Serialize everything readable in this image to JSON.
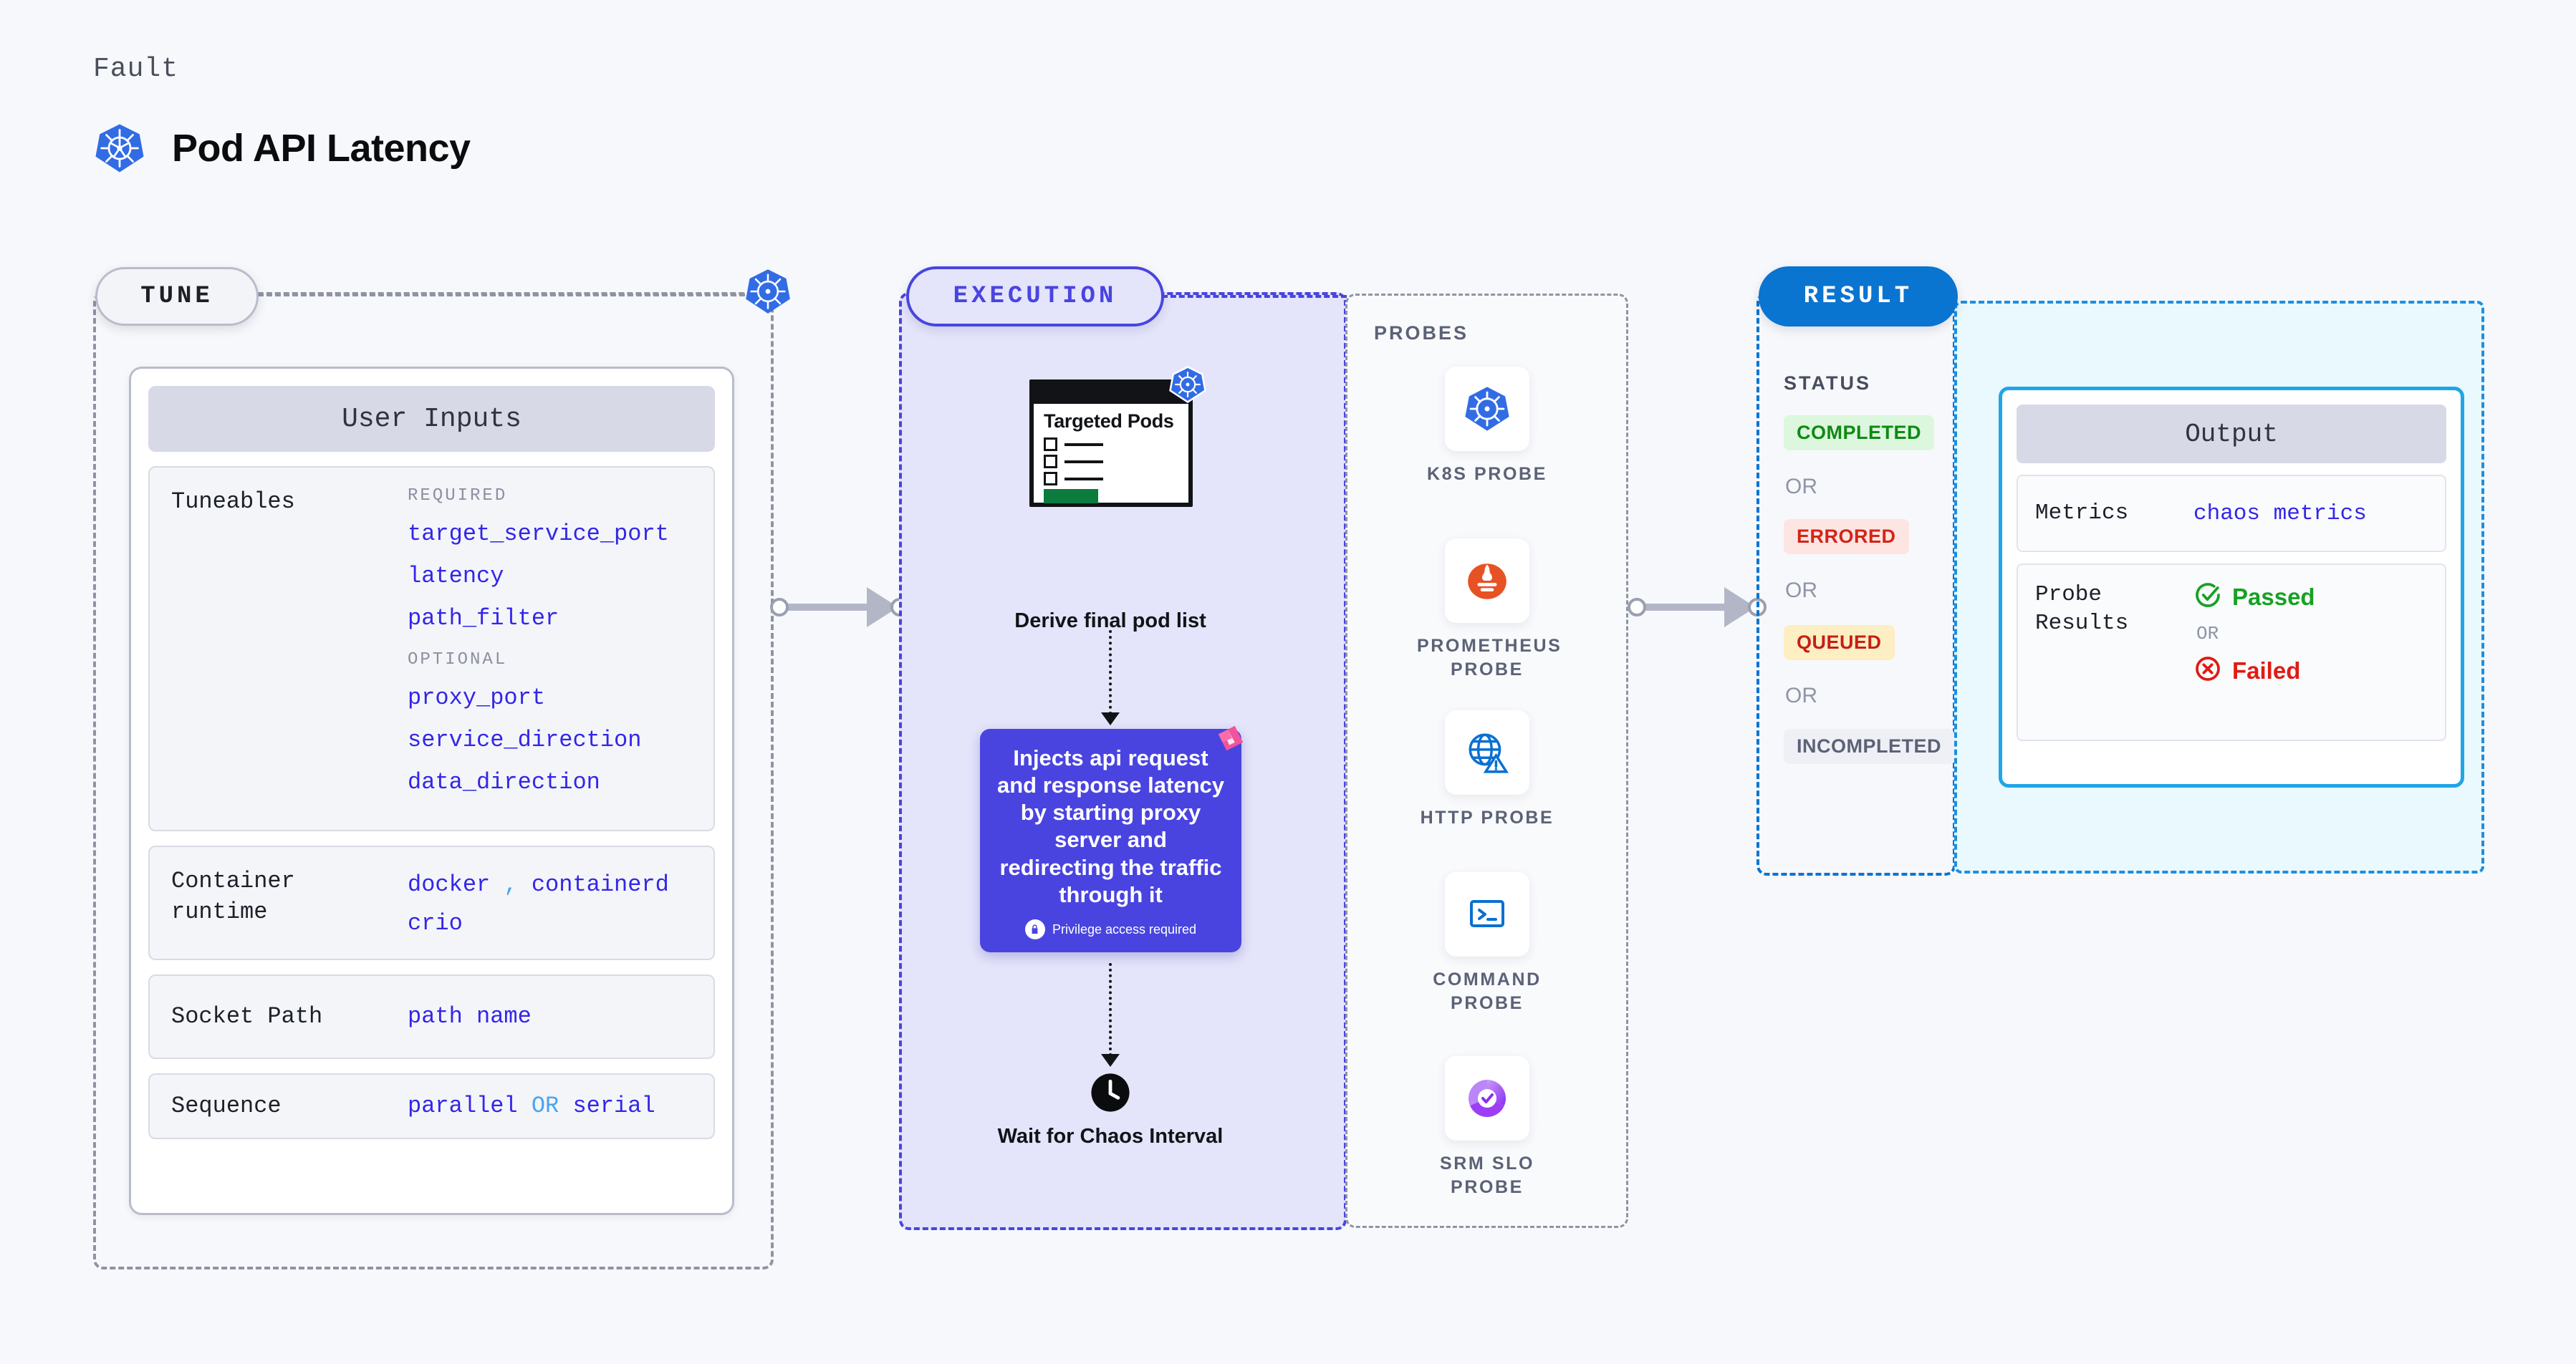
{
  "header": {
    "kicker": "Fault",
    "title": "Pod API Latency",
    "icon": "kubernetes-icon"
  },
  "colors": {
    "page_bg": "#f7f8fb",
    "tune_accent": "#b8bcca",
    "execution_accent": "#4944e0",
    "result_accent": "#0a74d1",
    "output_accent": "#1fa5e8",
    "code_blue": "#3326e8",
    "status_completed": "#0f8a14",
    "status_errored": "#d32518",
    "status_queued": "#c41f17",
    "status_incompleted": "#5c6276"
  },
  "tune": {
    "pill_label": "TUNE",
    "card_title": "User Inputs",
    "tuneables": {
      "label": "Tuneables",
      "required_title": "REQUIRED",
      "required": [
        "target_service_port",
        "latency",
        "path_filter"
      ],
      "optional_title": "OPTIONAL",
      "optional": [
        "proxy_port",
        "service_direction",
        "data_direction"
      ]
    },
    "container_runtime": {
      "label": "Container runtime",
      "values_line1_a": "docker",
      "values_line1_sep": ",",
      "values_line1_b": "containerd",
      "values_line2": "crio"
    },
    "socket_path": {
      "label": "Socket Path",
      "value": "path name"
    },
    "sequence": {
      "label": "Sequence",
      "value_a": "parallel",
      "sep": "OR",
      "value_b": "serial"
    }
  },
  "execution": {
    "pill_label": "EXECUTION",
    "pods_card": {
      "title": "Targeted Pods",
      "icon": "kubernetes-icon"
    },
    "step1_caption": "Derive final pod list",
    "inject": {
      "text": "Injects api request and response latency by starting proxy server and redirecting the traffic through it",
      "privilege_note": "Privilege access required",
      "lock_icon": "lock-icon",
      "flag_icon": "litmus-flag-icon"
    },
    "step2_caption": "Wait for Chaos Interval",
    "clock_icon": "clock-icon"
  },
  "probes": {
    "section_label": "PROBES",
    "items": [
      {
        "label": "K8S PROBE",
        "icon": "kubernetes-icon"
      },
      {
        "label": "PROMETHEUS PROBE",
        "icon": "prometheus-icon"
      },
      {
        "label": "HTTP PROBE",
        "icon": "globe-warning-icon"
      },
      {
        "label": "COMMAND PROBE",
        "icon": "terminal-icon"
      },
      {
        "label": "SRM SLO PROBE",
        "icon": "srm-slo-icon"
      }
    ]
  },
  "result": {
    "pill_label": "RESULT",
    "status_label": "STATUS",
    "or_label": "OR",
    "statuses": [
      "COMPLETED",
      "ERRORED",
      "QUEUED",
      "INCOMPLETED"
    ]
  },
  "output": {
    "card_title": "Output",
    "metrics": {
      "label": "Metrics",
      "value": "chaos metrics"
    },
    "probe_results": {
      "label": "Probe Results",
      "passed": "Passed",
      "or_label": "OR",
      "failed": "Failed",
      "passed_icon": "check-circle-icon",
      "failed_icon": "x-circle-icon"
    }
  }
}
